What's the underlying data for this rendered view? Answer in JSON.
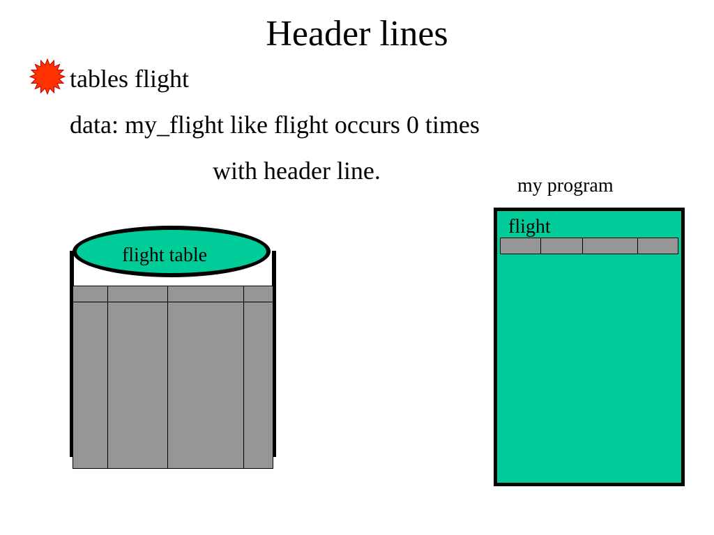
{
  "slide": {
    "title": "Header lines",
    "bullet": {
      "icon": "starburst-bullet-icon",
      "line1": "tables flight",
      "line2": "data: my_flight like flight occurs 0 times",
      "line3": "with header line."
    }
  },
  "diagram": {
    "database": {
      "label": "flight table",
      "columns": 4
    },
    "program": {
      "caption": "my program",
      "header_line_label": "flight",
      "columns": 4
    },
    "colors": {
      "fill_green": "#00cc99",
      "table_gray": "#969696",
      "bullet_red": "#ff3300",
      "outline": "#000000"
    }
  }
}
